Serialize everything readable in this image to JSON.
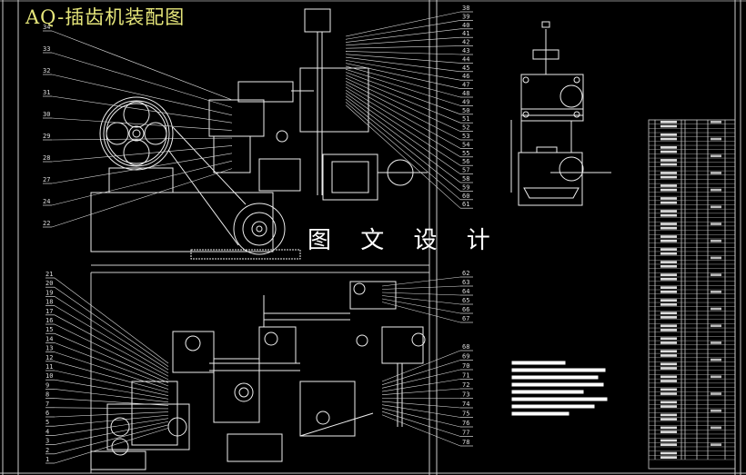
{
  "title": "AQ-插齿机装配图",
  "watermark": "图 文 设 计",
  "colors": {
    "background": "#000000",
    "lines": "#ffffff",
    "title": "#e6e67a"
  },
  "labels": {
    "left_top": [
      "34",
      "33",
      "32",
      "31",
      "30",
      "29",
      "28",
      "27",
      "24",
      "22"
    ],
    "left_bottom": [
      "21",
      "20",
      "19",
      "18",
      "17",
      "16",
      "15",
      "14",
      "13",
      "12",
      "11",
      "10",
      "9",
      "8",
      "7",
      "6",
      "5",
      "4",
      "3",
      "2",
      "1"
    ],
    "right_top": [
      "38",
      "39",
      "40",
      "41",
      "42",
      "43",
      "44",
      "45",
      "46",
      "47",
      "48",
      "49",
      "50",
      "51",
      "52",
      "53",
      "54",
      "55",
      "56",
      "57",
      "58",
      "59",
      "60",
      "61"
    ],
    "right_middle": [
      "62",
      "63",
      "64",
      "65",
      "66",
      "67"
    ],
    "right_bottom": [
      "68",
      "69",
      "70",
      "71",
      "72",
      "73",
      "74",
      "75",
      "76",
      "77",
      "78"
    ]
  },
  "parts_table": {
    "rows": 80
  }
}
